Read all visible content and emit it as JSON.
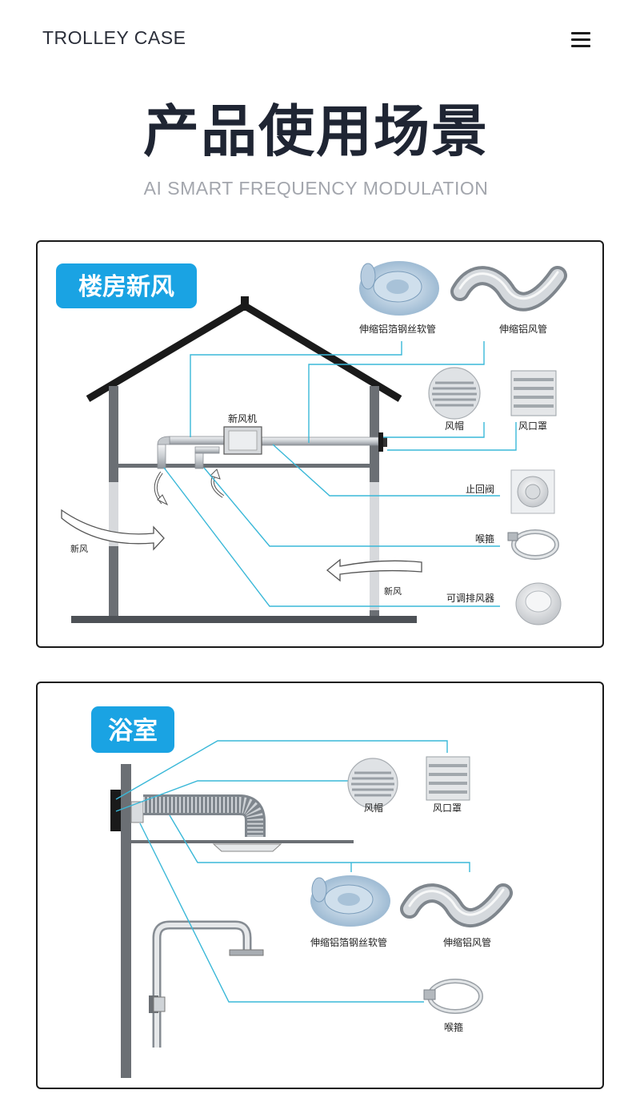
{
  "header": {
    "brand": "TROLLEY CASE",
    "menu_icon": "hamburger-menu-icon"
  },
  "hero": {
    "title": "产品使用场景",
    "subtitle": "AI SMART FREQUENCY MODULATION"
  },
  "scene_building": {
    "tag": "楼房新风",
    "unit_label": "新风机",
    "inflow_label_left": "新风",
    "inflow_label_right": "新风",
    "products": [
      {
        "label": "伸缩铝箔钢丝软管",
        "icon": "flexible-foil-hose-icon"
      },
      {
        "label": "伸缩铝风管",
        "icon": "aluminum-duct-icon"
      },
      {
        "label": "风帽",
        "icon": "vent-cap-icon"
      },
      {
        "label": "风口罩",
        "icon": "louvered-vent-cover-icon"
      },
      {
        "label": "止回阀",
        "icon": "check-valve-icon"
      },
      {
        "label": "喉箍",
        "icon": "hose-clamp-icon"
      },
      {
        "label": "可调排风器",
        "icon": "adjustable-diffuser-icon"
      }
    ]
  },
  "scene_bathroom": {
    "tag": "浴室",
    "products": [
      {
        "label": "风帽",
        "icon": "vent-cap-icon"
      },
      {
        "label": "风口罩",
        "icon": "louvered-vent-cover-icon"
      },
      {
        "label": "伸缩铝箔钢丝软管",
        "icon": "flexible-foil-hose-icon"
      },
      {
        "label": "伸缩铝风管",
        "icon": "aluminum-duct-icon"
      },
      {
        "label": "喉箍",
        "icon": "hose-clamp-icon"
      }
    ]
  },
  "colors": {
    "tag_blue": "#1aa3e3",
    "callout_line": "#3ab8d8",
    "wall_gray": "#6b6f74",
    "roof_black": "#1a1a1a"
  }
}
